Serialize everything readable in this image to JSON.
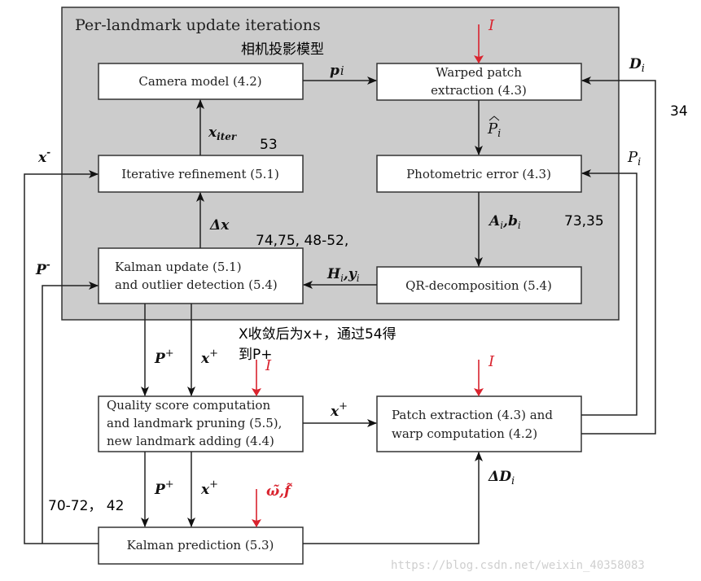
{
  "group": {
    "title": "Per-landmark update iterations",
    "fill": "#cccccc"
  },
  "boxes": {
    "camera_model": [
      "Camera model (4.2)"
    ],
    "warped_patch": [
      "Warped patch",
      "extraction (4.3)"
    ],
    "iterative_refinement": [
      "Iterative refinement (5.1)"
    ],
    "photometric_error": [
      "Photometric error (4.3)"
    ],
    "kalman_update": [
      "Kalman update (5.1)",
      "and outlier detection (5.4)"
    ],
    "qr_decomposition": [
      "QR-decomposition (5.4)"
    ],
    "quality_score": [
      "Quality score computation",
      "and landmark pruning (5.5),",
      "new landmark adding (4.4)"
    ],
    "patch_extraction": [
      "Patch extraction (4.3) and",
      "warp computation (4.2)"
    ],
    "kalman_prediction": [
      "Kalman prediction (5.3)"
    ]
  },
  "edge_labels": {
    "p_i": "p",
    "p_i_sub": "i",
    "x_iter": "x",
    "x_iter_sub": "iter",
    "delta_x": "Δx",
    "x_minus": "x",
    "x_minus_sup": "-",
    "P_minus": "P",
    "P_minus_sup": "-",
    "H_y": "H",
    "H_y_sub": "i",
    "H_y_2": ",y",
    "H_y_2_sub": "i",
    "A_b": "A",
    "A_b_sub": "i",
    "A_b_2": ",b",
    "A_b_2_sub": "i",
    "P_hat": "P",
    "P_hat_sub": "i",
    "D_i": "D",
    "D_i_sub": "i",
    "P_i": "P",
    "P_i_sub": "i",
    "P_plus_1": "P",
    "x_plus_1": "x",
    "x_plus_2": "x",
    "P_plus_3": "P",
    "x_plus_3": "x",
    "plus": "+",
    "delta_D": "ΔD",
    "delta_D_sub": "i",
    "I_1": "I",
    "I_2": "I",
    "I_3": "I",
    "omega_f": "ω̃,f̃"
  },
  "annotations": {
    "camera_projection": "相机投影模型",
    "eq_53": "53",
    "eq_74_75": "74,75, 48-52,",
    "eq_73_35": "73,35",
    "eq_34": "34",
    "converge_line1": "X收敛后为x+，通过54得",
    "converge_line2": "到P+",
    "eq_70_72": "70-72， 42"
  },
  "watermark": "https://blog.csdn.net/weixin_40358083",
  "colors": {
    "input_arrow": "#d9232e",
    "line": "#222222"
  }
}
